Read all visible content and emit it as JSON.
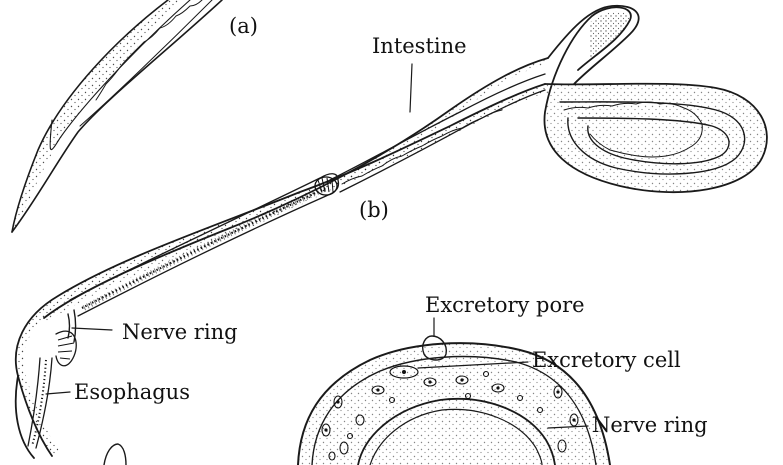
{
  "figure": {
    "panel_a_label": "(a)",
    "panel_b_label": "(b)",
    "labels": {
      "intestine": "Intestine",
      "nerve_ring": "Nerve ring",
      "esophagus": "Esophagus",
      "excretory_pore": "Excretory pore",
      "excretory_cell": "Excretory cell",
      "nerve_ring_section": "Nerve ring"
    }
  }
}
